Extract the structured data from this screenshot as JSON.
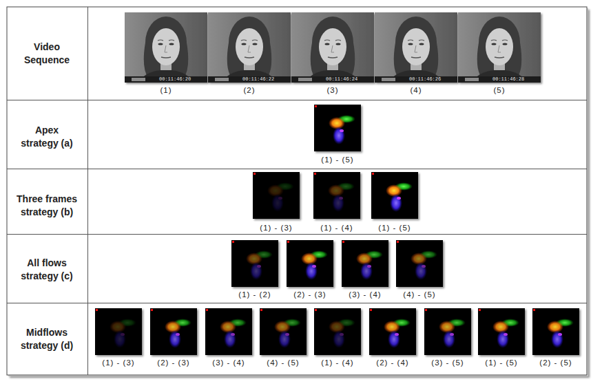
{
  "diagram": {
    "labels": [
      "Video Sequence",
      "00:11:46:20",
      "00:11:46:22",
      "00:11:46:24",
      "00:11:46:26",
      "00:11:46:28",
      "(1)",
      "(2)",
      "(3)",
      "(4)",
      "(5)",
      "Apex strategy (a)",
      "(1) - (5)",
      "Three frames strategy (b)",
      "(1) - (3)",
      "(1) - (4)",
      "(1) - (5)",
      "All flows strategy (c)",
      "(1) - (2)",
      "(2) - (3)",
      "(3) - (4)",
      "(4) - (5)",
      "Midflows strategy (d)",
      "(1) - (3)",
      "(2) - (3)",
      "(3) - (4)",
      "(4) - (5)",
      "(1) - (4)",
      "(2) - (4)",
      "(3) - (5)",
      "(1) - (5)",
      "(2) - (5)"
    ]
  }
}
